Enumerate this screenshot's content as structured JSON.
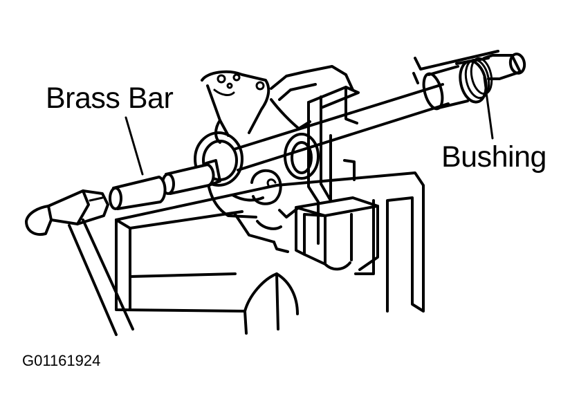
{
  "labels": {
    "brass_bar": "Brass Bar",
    "bushing": "Bushing",
    "figure_code": "G01161924"
  },
  "colors": {
    "ink": "#000000",
    "background": "#ffffff"
  }
}
